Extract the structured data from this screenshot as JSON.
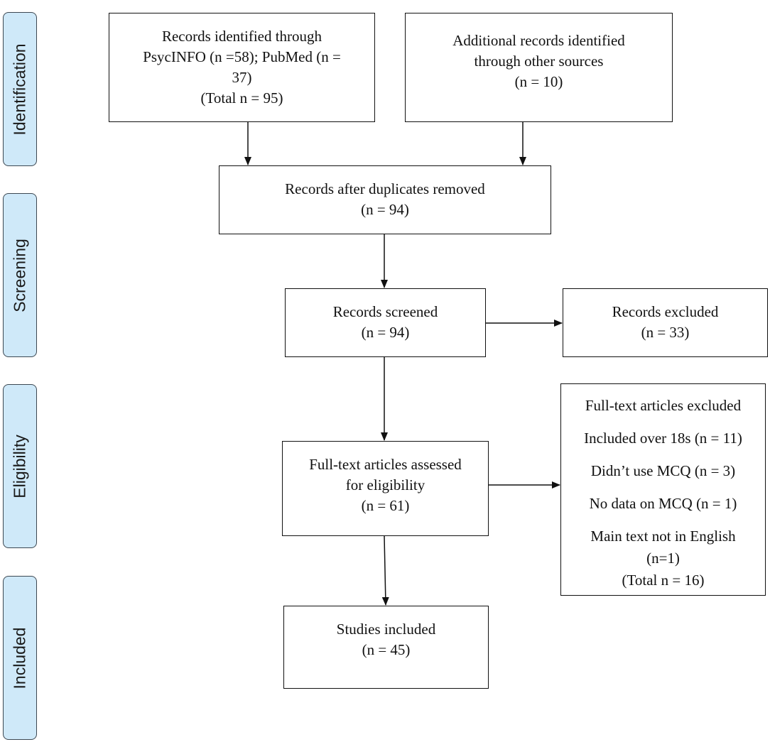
{
  "stages": {
    "identification": "Identification",
    "screening": "Screening",
    "eligibility": "Eligibility",
    "included": "Included"
  },
  "boxes": {
    "db_records": {
      "lines": [
        "Records identified through",
        "PsycINFO (n =58); PubMed (n =",
        "37)",
        "(Total n = 95)"
      ]
    },
    "other_records": {
      "lines": [
        "Additional records identified",
        "through other sources",
        "(n = 10)"
      ]
    },
    "dedup": {
      "lines": [
        "Records after duplicates removed",
        "(n = 94)"
      ]
    },
    "screened": {
      "lines": [
        "Records screened",
        "(n = 94)"
      ]
    },
    "excluded": {
      "lines": [
        "Records excluded",
        "(n = 33)"
      ]
    },
    "fulltext": {
      "lines": [
        "Full-text articles assessed",
        "for eligibility",
        "(n = 61)"
      ]
    },
    "fulltext_excluded": {
      "lines": [
        "Full-text articles excluded",
        "Included over 18s (n = 11)",
        "Didn’t use MCQ (n = 3)",
        "No data on MCQ (n = 1)",
        "Main text not in English",
        "(n=1)",
        "(Total n = 16)"
      ]
    },
    "included": {
      "lines": [
        "Studies included",
        "(n = 45)"
      ]
    }
  }
}
